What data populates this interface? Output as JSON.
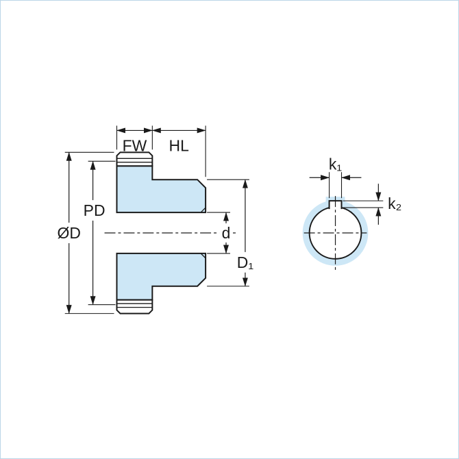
{
  "figure": {
    "type": "technical-diagram",
    "subject": "spur gear with hub - dimension drawing (section view and keyway end view)",
    "colors": {
      "fill": "#CDE7F6",
      "line": "#1A1A1A",
      "background": "#FFFFFF",
      "frame": "#BBD6E8"
    },
    "views": {
      "section": {
        "labels": {
          "face_width": "FW",
          "hub_length": "HL",
          "pitch_diameter": "PD",
          "outside_diameter": "ØD",
          "bore_diameter": "d",
          "hub_diameter": "D₁"
        }
      },
      "keyway": {
        "labels": {
          "keyway_width": "k₁",
          "keyway_depth": "k₂"
        }
      }
    }
  }
}
